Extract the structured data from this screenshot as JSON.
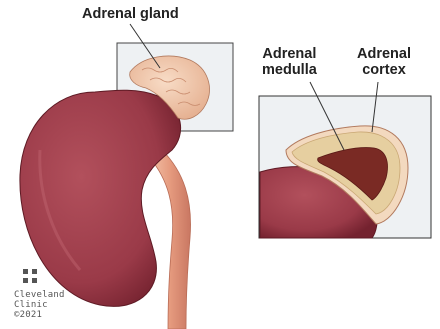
{
  "labels": {
    "adrenal_gland": "Adrenal gland",
    "adrenal_medulla": [
      "Adrenal",
      "medulla"
    ],
    "adrenal_cortex": [
      "Adrenal",
      "cortex"
    ]
  },
  "credit": {
    "lines": [
      "Cleveland",
      "Clinic",
      "©2021"
    ]
  },
  "colors": {
    "kidney": "#9a3a48",
    "kidney_dark": "#6e1f2c",
    "gland": "#f2c7a8",
    "cortex": "#e6cfa0",
    "medulla": "#7a2a24",
    "ureter": "#e9a98f",
    "inset_bg": "#eef1f3"
  }
}
